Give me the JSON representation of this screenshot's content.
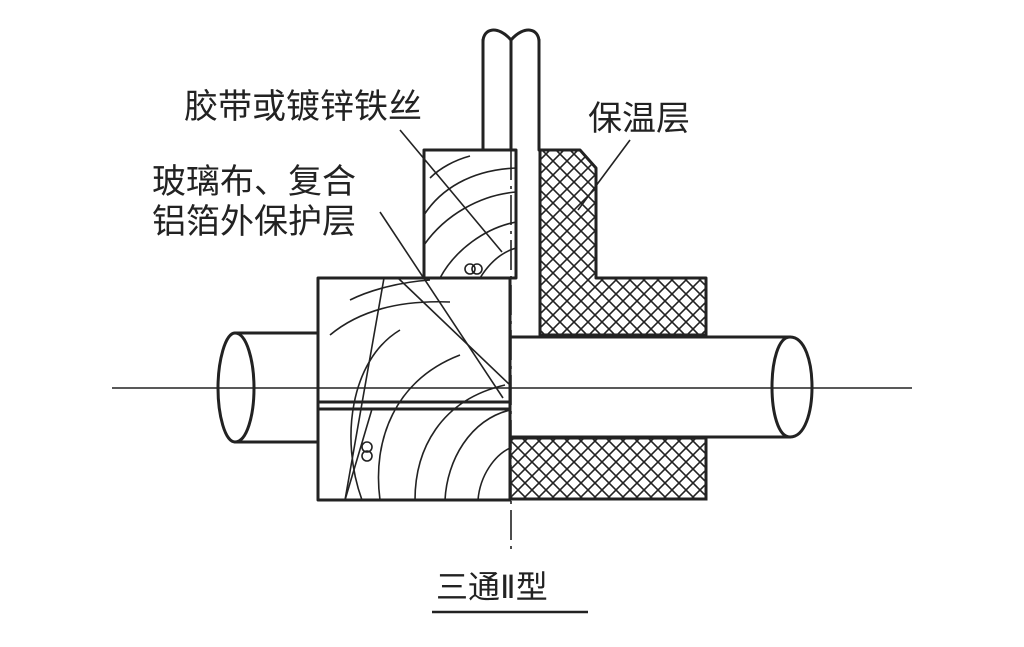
{
  "labels": {
    "binding": "胶带或镀锌铁丝",
    "insulation": "保温层",
    "protective_line1": "玻璃布、复合",
    "protective_line2": "铝箔外保护层"
  },
  "caption": "三通Ⅱ型",
  "colors": {
    "ink": "#222222",
    "background": "#ffffff"
  }
}
